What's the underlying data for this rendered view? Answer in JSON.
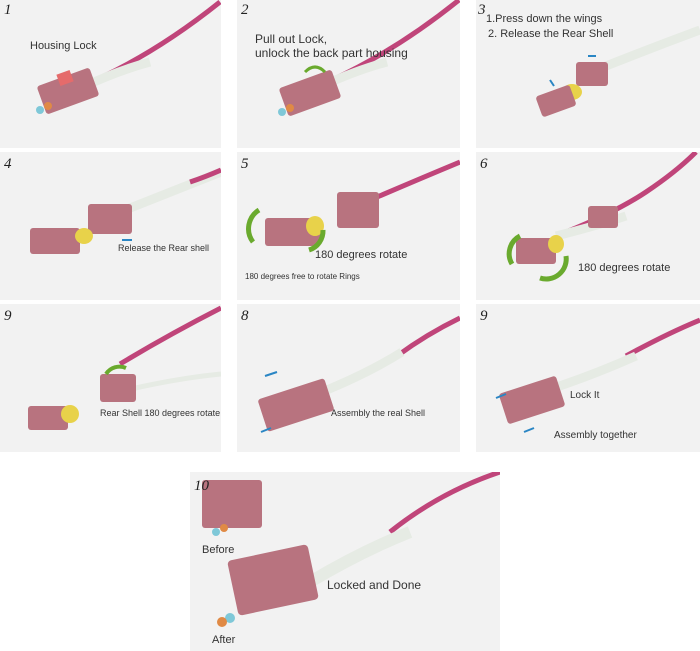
{
  "steps": [
    {
      "num": "1",
      "captions": [
        "Housing Lock"
      ]
    },
    {
      "num": "2",
      "captions": [
        "Pull out Lock,",
        "unlock the back part housing"
      ]
    },
    {
      "num": "3",
      "captions": [
        "1.Press down the wings",
        "2. Release the Rear Shell"
      ]
    },
    {
      "num": "4",
      "captions": [
        "Release the Rear shell"
      ]
    },
    {
      "num": "5",
      "captions": [
        "180 degrees rotate",
        "180 degrees free to rotate Rings"
      ]
    },
    {
      "num": "6",
      "captions": [
        "180 degrees rotate"
      ]
    },
    {
      "num": "9",
      "captions": [
        "Rear Shell 180 degrees rotate"
      ]
    },
    {
      "num": "8",
      "captions": [
        "Assembly the real Shell"
      ]
    },
    {
      "num": "9",
      "captions": [
        "Lock It",
        "Assembly together"
      ]
    },
    {
      "num": "10",
      "captions": [
        "Before",
        "Locked and Done",
        "After"
      ]
    }
  ],
  "colors": {
    "housing": "#b8737f",
    "cable": "#c0457a",
    "boot": "#e6ebe4",
    "ferrule_blue": "#7fc8d8",
    "ferrule_orange": "#e08a45",
    "yellow": "#e8d24a",
    "arrow_green": "#6aaa2e",
    "arrow_blue": "#2a86c4"
  }
}
